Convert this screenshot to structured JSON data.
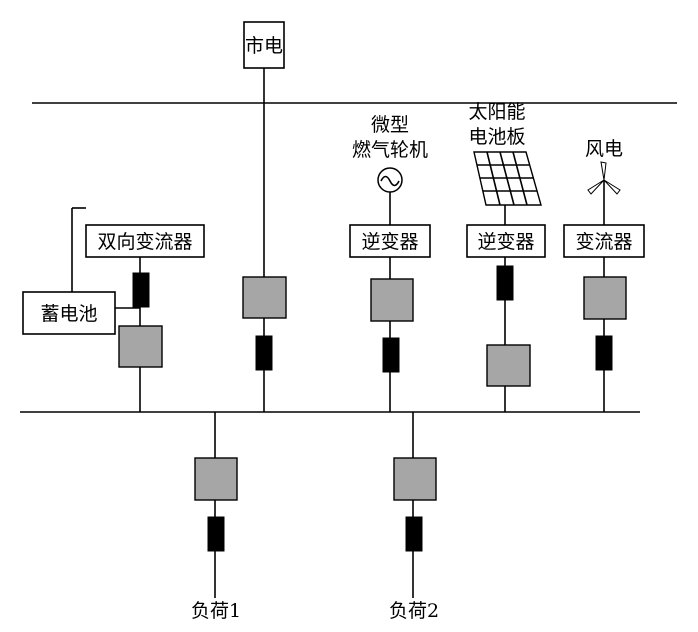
{
  "grid_label": "市电",
  "battery_label": "蓄电池",
  "bidirectional_converter_label": "双向变流器",
  "microturbine": {
    "line1": "微型",
    "line2": "燃气轮机",
    "inverter_label": "逆变器"
  },
  "solar": {
    "line1": "太阳能",
    "line2": "电池板",
    "inverter_label": "逆变器"
  },
  "wind": {
    "label": "风电",
    "converter_label": "变流器"
  },
  "loads": [
    "负荷1",
    "负荷2"
  ],
  "colors": {
    "switch_fill": "#a6a6a6",
    "breaker_fill": "#000000",
    "line": "#000000"
  }
}
